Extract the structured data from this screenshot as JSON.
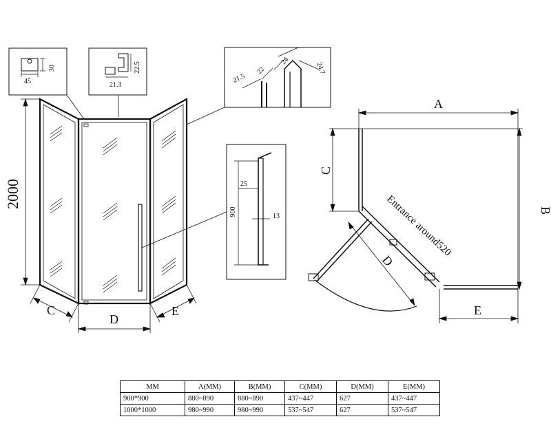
{
  "labels": {
    "height": "2000",
    "C": "C",
    "D": "D",
    "E": "E",
    "A": "A",
    "B": "B",
    "entrance": "Entrance around520",
    "handle_len": "900",
    "handle_25": "25",
    "handle_13": "13",
    "prof1_w": "45",
    "prof1_h": "30",
    "prof2_w": "21.3",
    "prof2_h": "22.5",
    "prof3_24a": "24",
    "prof3_22": "22",
    "prof3_215": "21.5",
    "prof3_247": "24.7"
  },
  "table": {
    "headers": [
      "MM",
      "A(MM)",
      "B(MM)",
      "C(MM)",
      "D(MM)",
      "E(MM)"
    ],
    "rows": [
      [
        "900*900",
        "880~890",
        "880~890",
        "437~447",
        "627",
        "437~447"
      ],
      [
        "1000*1000",
        "980~990",
        "980~990",
        "537~547",
        "627",
        "537~547"
      ]
    ]
  }
}
